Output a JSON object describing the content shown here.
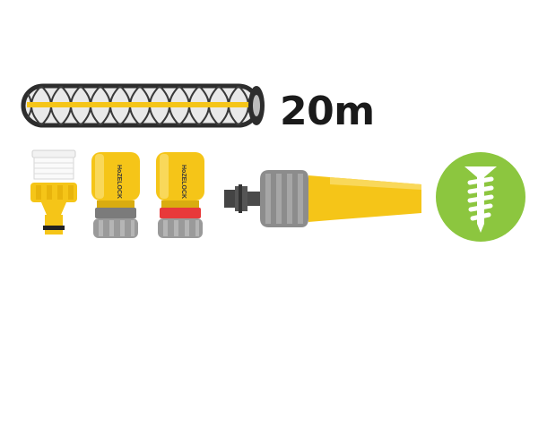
{
  "hose": {
    "length_label": "20m"
  },
  "colors": {
    "hose_yellow": "#f5c518",
    "hose_dark": "#3a3a3a",
    "grey": "#8d8d8d",
    "red": "#e8393a",
    "badge_green": "#8cc63f"
  },
  "products": {
    "tap_adaptor": {
      "icon": "tap-adaptor-icon"
    },
    "hose_connector": {
      "icon": "hose-connector-icon",
      "brand_mark": "HoZELOCK"
    },
    "waterstop_connector": {
      "icon": "waterstop-connector-icon",
      "brand_mark": "HoZELOCK"
    },
    "spray_nozzle": {
      "icon": "spray-nozzle-icon"
    },
    "screw_badge": {
      "icon": "screw-icon"
    }
  }
}
